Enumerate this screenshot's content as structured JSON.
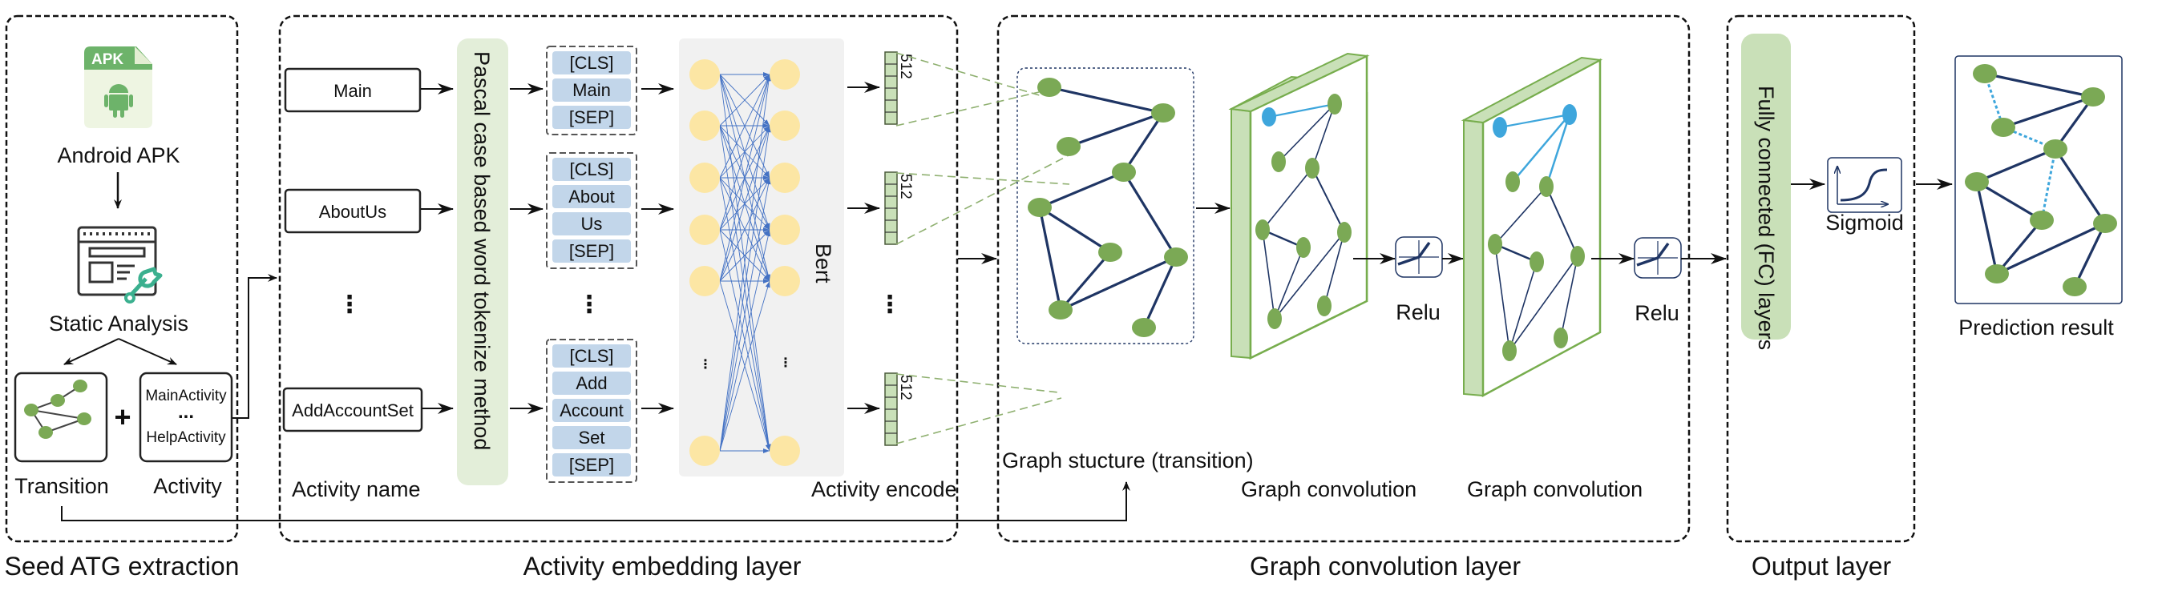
{
  "colors": {
    "node_green": "#7ba955",
    "edge_navy": "#1f3564",
    "highlight_blue": "#3ea6dc",
    "panel_green": "#c9e0b8",
    "panel_green_stroke": "#77ad4d",
    "token_blue": "#c2d6ea",
    "bert_bg": "#f1f1f1",
    "neuron_yellow": "#fce6a4",
    "bert_edge": "#4472c4",
    "tokenizer_bg": "#e3eed9",
    "fc_bg": "#c9e0b8",
    "apk_green": "#6db36a",
    "apk_light": "#eef5e2",
    "wrench_teal": "#3bb08f"
  },
  "sections": {
    "seed": {
      "title": "Seed ATG extraction",
      "apk_badge": "APK",
      "apk_label": "Android APK",
      "static_analysis": "Static Analysis",
      "transition_label": "Transition",
      "activity_label": "Activity",
      "activity_list": [
        "MainActivity",
        "...",
        "HelpActivity"
      ]
    },
    "embedding": {
      "title": "Activity embedding layer",
      "activity_names": [
        "Main",
        "AboutUs",
        "AddAccountSet"
      ],
      "ellipsis": "⋮",
      "activity_name_caption": "Activity name",
      "tokenizer_label": "Pascal case based word tokenize method",
      "token_groups": [
        [
          "[CLS]",
          "Main",
          "[SEP]"
        ],
        [
          "[CLS]",
          "About",
          "Us",
          "[SEP]"
        ],
        [
          "[CLS]",
          "Add",
          "Account",
          "Set",
          "[SEP]"
        ]
      ],
      "bert_label": "Bert",
      "vector_dim": "512",
      "activity_encode_caption": "Activity encode"
    },
    "graph": {
      "title": "Graph convolution layer",
      "structure_caption": "Graph stucture (transition)",
      "conv_caption_1": "Graph convolution",
      "conv_caption_2": "Graph convolution",
      "relu_1": "Relu",
      "relu_2": "Relu"
    },
    "output": {
      "title": "Output layer",
      "fc_label": "Fully connected (FC) layers",
      "sigmoid_label": "Sigmoid"
    },
    "prediction": {
      "caption": "Prediction result"
    }
  }
}
